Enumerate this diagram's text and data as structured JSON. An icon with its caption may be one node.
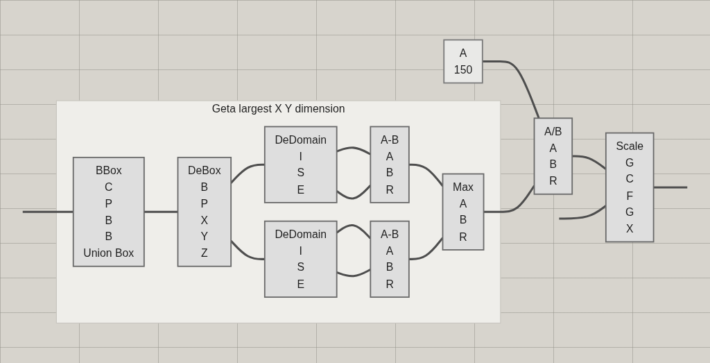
{
  "diagram": {
    "nodes": [
      {
        "text": [
          "Geta largest X Y dimension"
        ]
      },
      {
        "text": [
          "BBox",
          "C",
          "P",
          "B",
          "B",
          "Union Box"
        ],
        "in": 0
      },
      {
        "text": [
          "DeBox",
          "B",
          "P",
          "X",
          "Y",
          "Z"
        ],
        "in": 0
      },
      {
        "text": [
          "DeDomain",
          "I",
          "S",
          "E"
        ],
        "in": 0
      },
      {
        "text": [
          "DeDomain",
          "I",
          "S",
          "E"
        ],
        "in": 0
      },
      {
        "text": [
          "A-B",
          "A",
          "B",
          "R"
        ],
        "in": 0
      },
      {
        "text": [
          "A-B",
          "A",
          "B",
          "R"
        ],
        "in": 0
      },
      {
        "text": [
          "Max",
          "A",
          "B",
          "R"
        ],
        "in": 0
      },
      {
        "text": [
          "A",
          "150"
        ]
      },
      {
        "text": [
          "A/B",
          "A",
          "B",
          "R"
        ]
      },
      {
        "text": [
          "Scale",
          "G",
          "C",
          "F",
          "G",
          "X"
        ]
      }
    ],
    "edges": [
      {
        "from": null,
        "to": 1,
        "arrow": "none"
      },
      {
        "from": 1,
        "to": 2,
        "arrow": "none"
      },
      {
        "from": 2,
        "to": 3,
        "arrow": "none"
      },
      {
        "from": 2,
        "to": 4,
        "arrow": "none"
      },
      {
        "from": 3,
        "to": 5,
        "arrow": "none"
      },
      {
        "from": 3,
        "to": 5,
        "arrow": "none"
      },
      {
        "from": 4,
        "to": 6,
        "arrow": "none"
      },
      {
        "from": 4,
        "to": 6,
        "arrow": "none"
      },
      {
        "from": 5,
        "to": 7,
        "arrow": "none"
      },
      {
        "from": 6,
        "to": 7,
        "arrow": "none"
      },
      {
        "from": 8,
        "to": 9,
        "arrow": "none"
      },
      {
        "from": 7,
        "to": 9,
        "arrow": "none"
      },
      {
        "from": 9,
        "to": 10,
        "arrow": "none"
      },
      {
        "from": null,
        "to": 10,
        "arrow": "none"
      },
      {
        "from": 10,
        "to": null,
        "arrow": "none"
      }
    ]
  }
}
